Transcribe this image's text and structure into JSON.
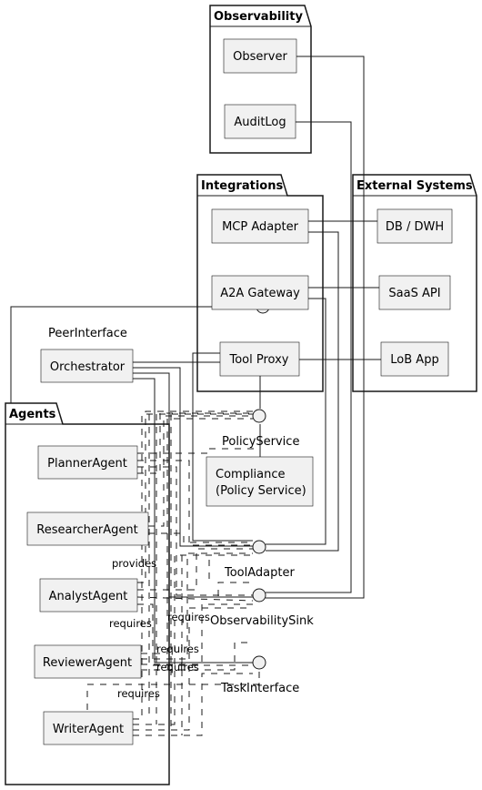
{
  "packages": {
    "observability": "Observability",
    "integrations": "Integrations",
    "external_systems": "External Systems",
    "agents": "Agents"
  },
  "components": {
    "observer": "Observer",
    "auditlog": "AuditLog",
    "mcp_adapter": "MCP Adapter",
    "a2a_gateway": "A2A Gateway",
    "tool_proxy": "Tool Proxy",
    "db_dwh": "DB / DWH",
    "saas_api": "SaaS API",
    "lob_app": "LoB App",
    "orchestrator": "Orchestrator",
    "planner": "PlannerAgent",
    "researcher": "ResearcherAgent",
    "analyst": "AnalystAgent",
    "reviewer": "ReviewerAgent",
    "writer": "WriterAgent",
    "compliance_line1": "Compliance",
    "compliance_line2": "(Policy Service)"
  },
  "interfaces": {
    "peer": "PeerInterface",
    "policy": "PolicyService",
    "tool": "ToolAdapter",
    "obs_sink": "ObservabilitySink",
    "task": "TaskInterface"
  },
  "edge_labels": {
    "provides": "provides",
    "requires_1": "requires",
    "requires_2": "requires",
    "requires_3": "requires",
    "requires_4": "requires",
    "requires_5": "requires"
  }
}
